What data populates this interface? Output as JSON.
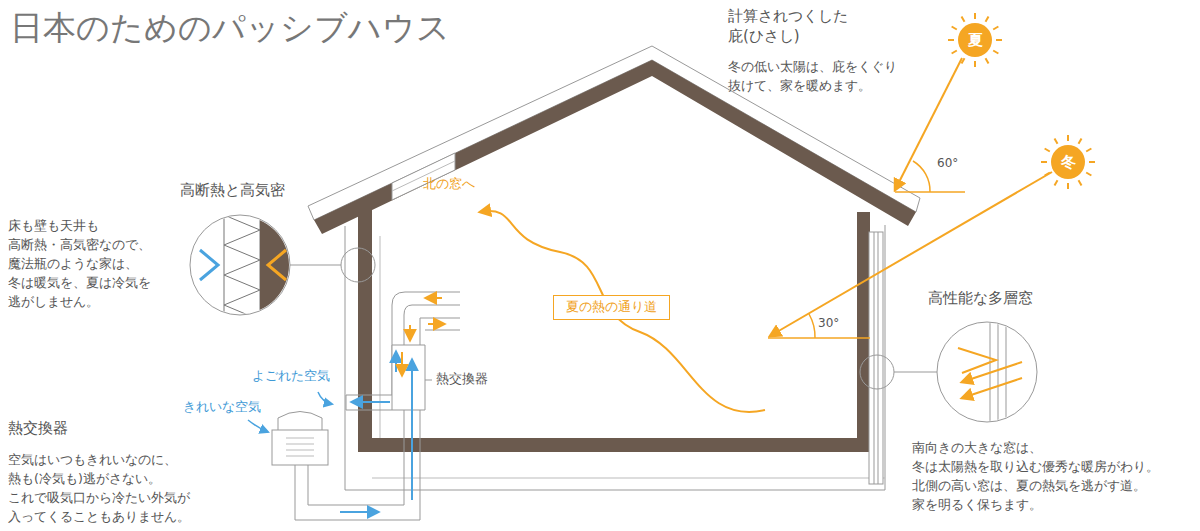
{
  "diagram": {
    "title": "日本のためのパッシブハウス",
    "nodes": [
      {
        "text": [
          "夏"
        ]
      },
      {
        "text": [
          "冬"
        ]
      },
      {
        "text": [
          "夏の熱の通り道"
        ]
      }
    ],
    "labels": [
      "計算されつくした 庇(ひさし)",
      "冬の低い太陽は、庇をくぐり 抜けて、家を暖めます。",
      "60°",
      "30°",
      "北の窓へ",
      "高断熱と高気密",
      "床も壁も天井も 高断熱・高気密なので、 魔法瓶のような家は、 冬は暖気を、夏は冷気を 逃がしません。",
      "高性能な多層窓",
      "よごれた空気",
      "熱交換器",
      "きれいな空気",
      "熱交換器",
      "空気はいつもきれいなのに、 熱も(冷気も)逃がさない。 これで吸気口から冷たい外気が 入ってくることもありません。",
      "南向きの大きな窓は、 冬は太陽熱を取り込む優秀な暖房がわり。 北側の高い窓は、夏の熱気を逃がす道。 家を明るく保ちます。"
    ]
  }
}
